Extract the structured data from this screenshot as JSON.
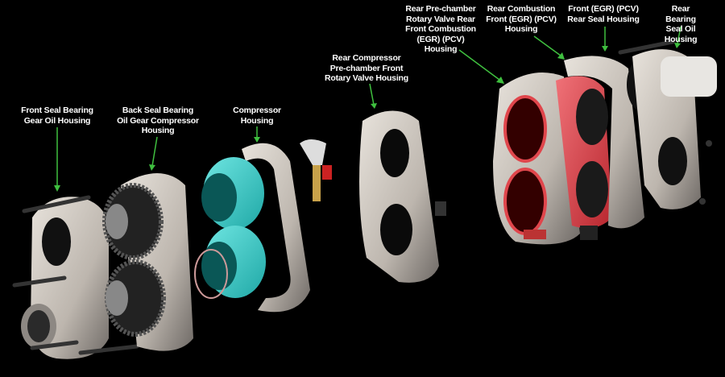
{
  "labels": [
    {
      "id": "front-seal",
      "text": "Front Seal Bearing\nGear Oil Housing"
    },
    {
      "id": "back-seal",
      "text": "Back Seal Bearing\nOil Gear Compressor\nHousing"
    },
    {
      "id": "compressor",
      "text": "Compressor\nHousing"
    },
    {
      "id": "rear-compressor",
      "text": "Rear Compressor\nPre-chamber Front\nRotary Valve Housing"
    },
    {
      "id": "rear-prechamber",
      "text": "Rear Pre-chamber\nRotary Valve Rear\nFront Combustion\n(EGR) (PCV)\nHousing"
    },
    {
      "id": "rear-combustion",
      "text": "Rear Combustion\nFront (EGR) (PCV)\nHousing"
    },
    {
      "id": "front-egr",
      "text": "Front (EGR) (PCV)\nRear Seal Housing"
    },
    {
      "id": "rear-bearing",
      "text": "Rear Bearing\nSeal Oil Housing"
    }
  ],
  "colors": {
    "background": "#000000",
    "arrow": "#3fbf3f",
    "label": "#ffffff",
    "housing": "#cfc9c2",
    "teal": "#3fd0cc",
    "red": "#e0464c"
  }
}
